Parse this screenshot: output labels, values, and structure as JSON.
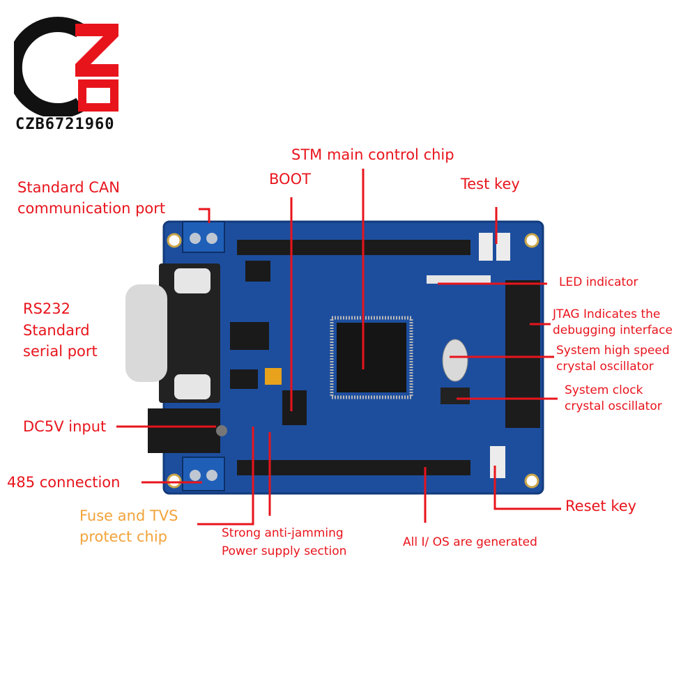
{
  "logo": {
    "text": "CZB6721960",
    "colors": {
      "dark": "#111111",
      "red": "#e8141c"
    }
  },
  "labels": {
    "stm": "STM main control chip",
    "boot": "BOOT",
    "test_key": "Test key",
    "can_line1": "Standard CAN",
    "can_line2": "communication port",
    "rs232_line1": "RS232",
    "rs232_line2": "Standard",
    "rs232_line3": "serial port",
    "dc5v": "DC5V input",
    "rs485": "485 connection",
    "fuse_line1": "Fuse and TVS",
    "fuse_line2": "protect chip",
    "power_line1": "Strong anti-jamming",
    "power_line2": "Power supply section",
    "io": "All I/ OS are generated",
    "led": "LED indicator",
    "jtag_line1": "JTAG Indicates the",
    "jtag_line2": "debugging interface",
    "hse_line1": "System high speed",
    "hse_line2": "crystal oscillator",
    "lse_line1": "System clock",
    "lse_line2": "crystal oscillator",
    "reset": "Reset key"
  },
  "colors": {
    "label": "#e8141c",
    "fuse_label": "#f2a33a",
    "pcb": "#1d4e9e",
    "pcb_dark": "#14397a"
  }
}
